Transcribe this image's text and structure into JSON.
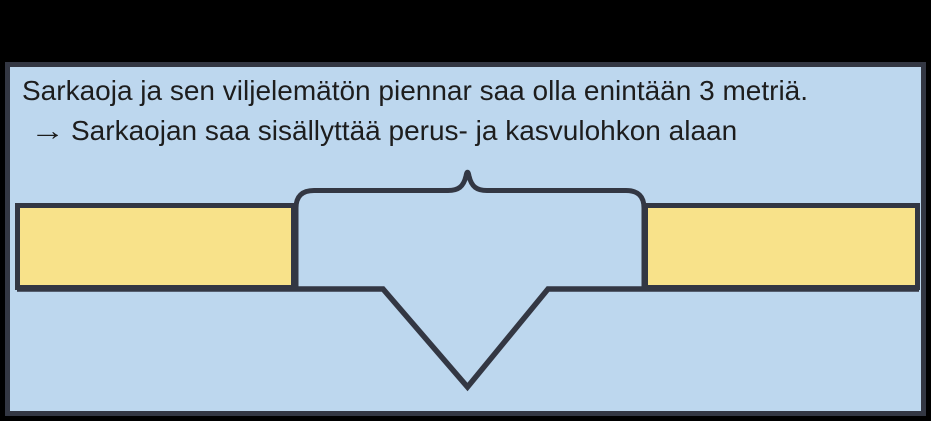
{
  "slide": {
    "background_color": "#000000"
  },
  "callout": {
    "line1": "Sarkaoja ja sen viljelemätön piennar saa olla enintään 3 metriä.",
    "arrow_glyph": "→",
    "line2": "Sarkaojan saa sisällyttää perus- ja kasvulohkon alaan",
    "panel_fill": "#BDD7EE",
    "panel_border_color": "#333743",
    "text_color": "#1D1D1D"
  },
  "diagram": {
    "field_fill": "#F8E28A",
    "stroke_color": "#333743",
    "shapes": {
      "left_block": "field-block-left",
      "right_block": "field-block-right",
      "ditch_profile": "ground-line-ditch-profile",
      "width_brace": "ditch-span-brace"
    }
  }
}
